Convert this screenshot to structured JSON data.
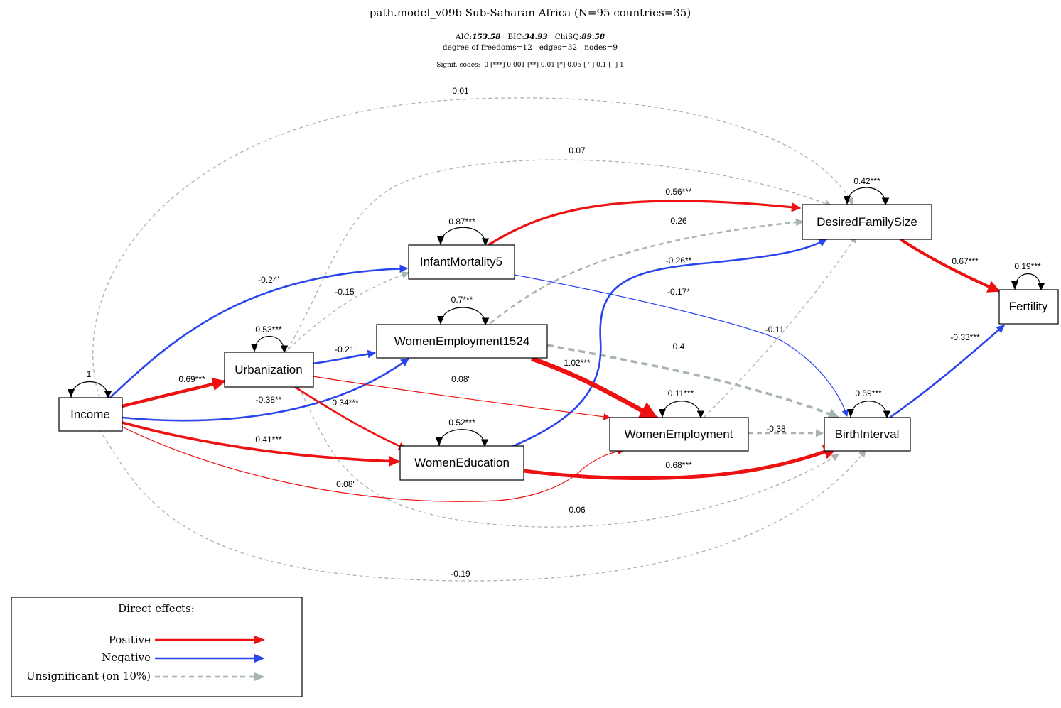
{
  "header": {
    "title": "path.model_v09b Sub-Saharan Africa (N=95 countries=35)",
    "aic_label": "AIC:",
    "aic_value": "153.58",
    "bic_label": "BIC:",
    "bic_value": "34.93",
    "chisq_label": "ChiSQ:",
    "chisq_value": "89.58",
    "stats_line2": "degree of freedoms=12   edges=32   nodes=9",
    "signif_codes": "Signif. codes:  0 [***] 0.001 [**] 0.01 [*] 0.05 [ ' ] 0.1 [  ] 1"
  },
  "colors": {
    "positive": "#ee1111",
    "negative": "#2a44ee",
    "insignificant": "#a8b4b0",
    "loop": "#000000"
  },
  "nodes": {
    "income": "Income",
    "urbanization": "Urbanization",
    "infant_mortality": "InfantMortality5",
    "women_employment_1524": "WomenEmployment1524",
    "women_education": "WomenEducation",
    "women_employment": "WomenEmployment",
    "desired_family_size": "DesiredFamilySize",
    "birth_interval": "BirthInterval",
    "fertility": "Fertility"
  },
  "self_loops": {
    "income": "1",
    "urbanization": "0.53***",
    "infant_mortality": "0.87***",
    "women_employment_1524": "0.7***",
    "women_education": "0.52***",
    "women_employment": "0.11***",
    "desired_family_size": "0.42***",
    "birth_interval": "0.59***",
    "fertility": "0.19***"
  },
  "edges": {
    "income_desired": "0.01",
    "urban_desired": "0.07",
    "im_desired": "0.56***",
    "we1524_desired": "0.26",
    "wedu_desired": "-0.26**",
    "desired_fertility": "0.67***",
    "income_im": "-0.24'",
    "urban_im": "-0.15",
    "im_birth": "-0.17*",
    "wemp_desired": "-0.11",
    "urban_we1524": "-0.21'",
    "income_we1524": "-0.38**",
    "we1524_birth": "0.4",
    "we1524_wemp": "1.02***",
    "income_urban": "0.69***",
    "urban_wemp": "0.08'",
    "urban_wedu": "0.34***",
    "income_wedu": "0.41***",
    "wemp_birth": "-0.38",
    "wedu_birth": "0.68***",
    "income_wemp": "0.08'",
    "urban_birth": "0.06",
    "income_birth": "-0.19",
    "birth_fertility": "-0.33***"
  },
  "legend": {
    "title": "Direct effects:",
    "positive": "Positive",
    "negative": "Negative",
    "insignificant": "Unsignificant (on 10%)"
  }
}
